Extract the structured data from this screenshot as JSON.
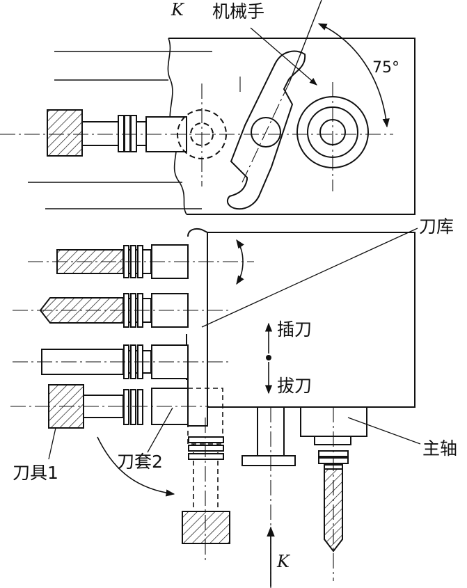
{
  "labels": {
    "view_k_top": "K",
    "manipulator": "机械手",
    "angle": "75°",
    "tool_magazine": "刀库",
    "insert_tool": "插刀",
    "pull_tool": "拔刀",
    "spindle": "主轴",
    "tool_1": "刀具1",
    "tool_sleeve_2": "刀套2",
    "view_k_bottom": "K"
  }
}
